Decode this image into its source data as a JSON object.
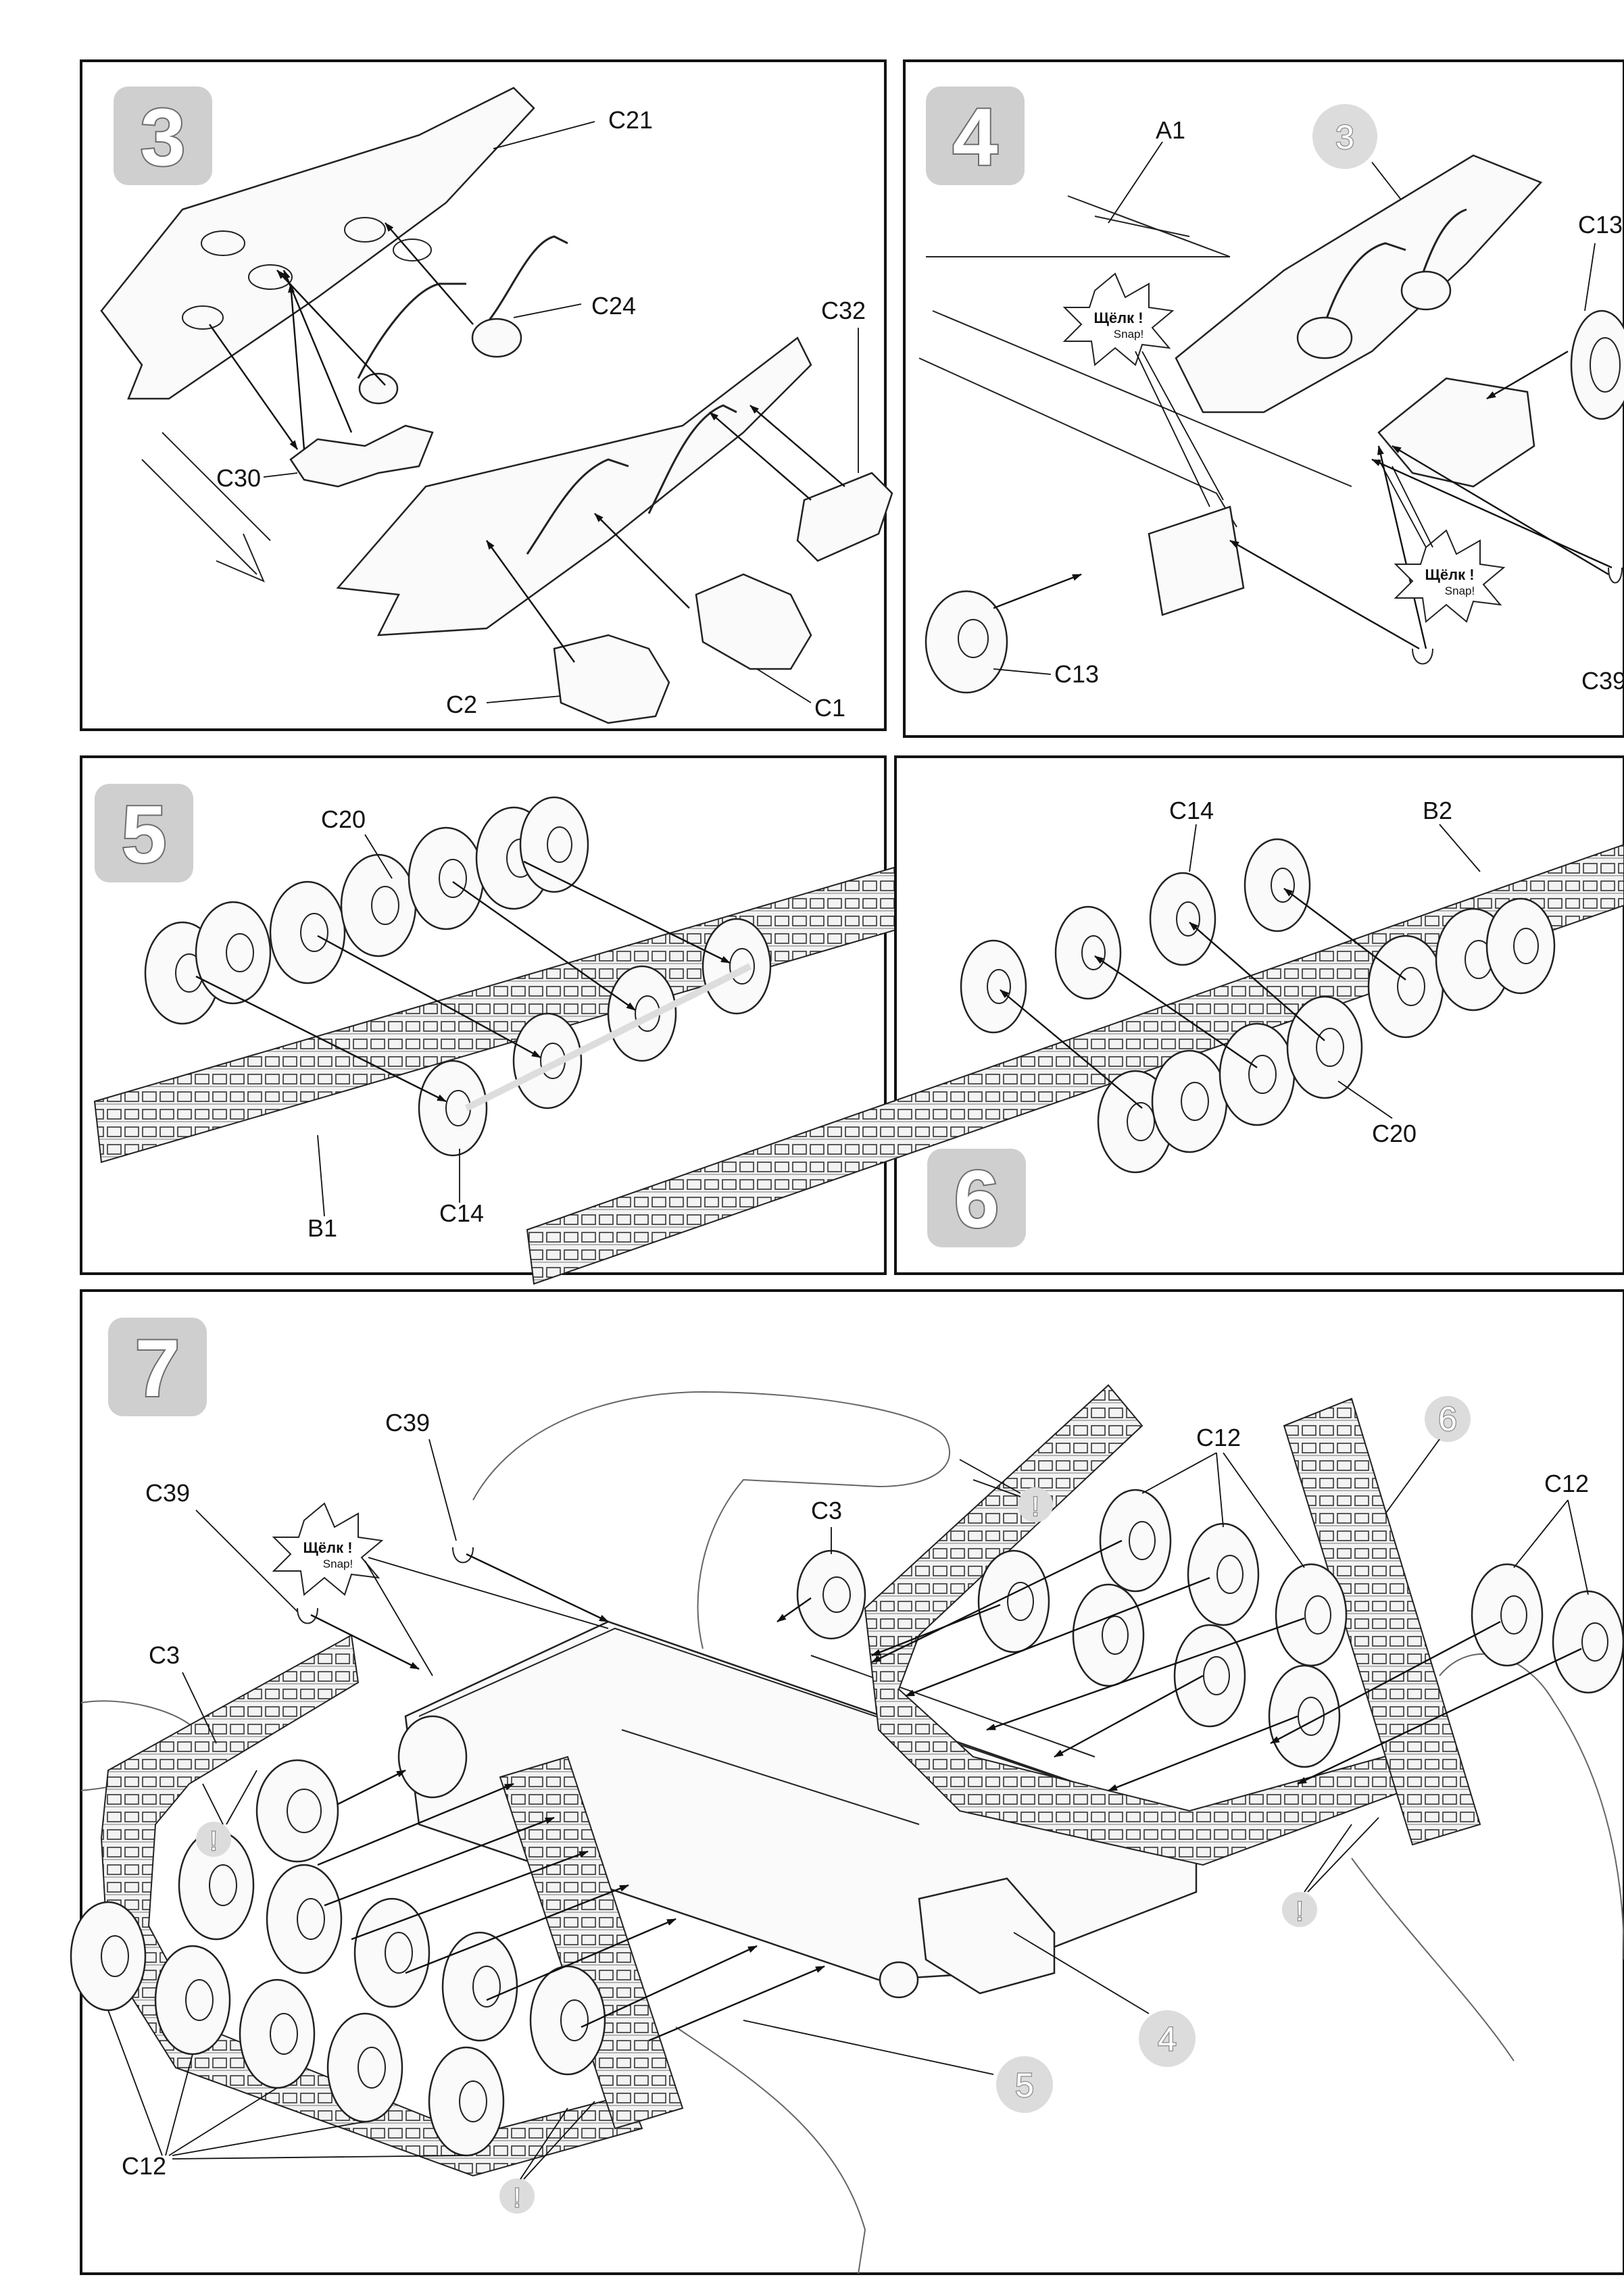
{
  "steps": {
    "s3": {
      "number": "3",
      "labels": {
        "c21": "C21",
        "c24": "C24",
        "c32": "C32",
        "c30": "C30",
        "c2": "C2",
        "c1": "C1"
      }
    },
    "s4": {
      "number": "4",
      "ref": "3",
      "labels": {
        "a1": "A1",
        "c13a": "C13",
        "c13b": "C13",
        "c39": "C39"
      },
      "snap_main": "Щёлк !",
      "snap_sub": "Snap!"
    },
    "s5": {
      "number": "5",
      "labels": {
        "c20": "C20",
        "b1": "B1",
        "c14": "C14"
      }
    },
    "s6": {
      "number": "6",
      "labels": {
        "c14": "C14",
        "b2": "B2",
        "c20": "C20"
      }
    },
    "s7": {
      "number": "7",
      "labels": {
        "c39a": "C39",
        "c39b": "C39",
        "c3a": "C3",
        "c3b": "C3",
        "c12a": "C12",
        "c12b": "C12",
        "c12c": "C12"
      },
      "refs": {
        "r6": "6",
        "r4": "4",
        "r5": "5"
      },
      "snap_main": "Щёлк !",
      "snap_sub": "Snap!",
      "warning": "!"
    }
  },
  "colors": {
    "badge_fill": "#cfcfcf",
    "badge_text": "#ffffff",
    "warning_fill": "#dcdcdc"
  }
}
